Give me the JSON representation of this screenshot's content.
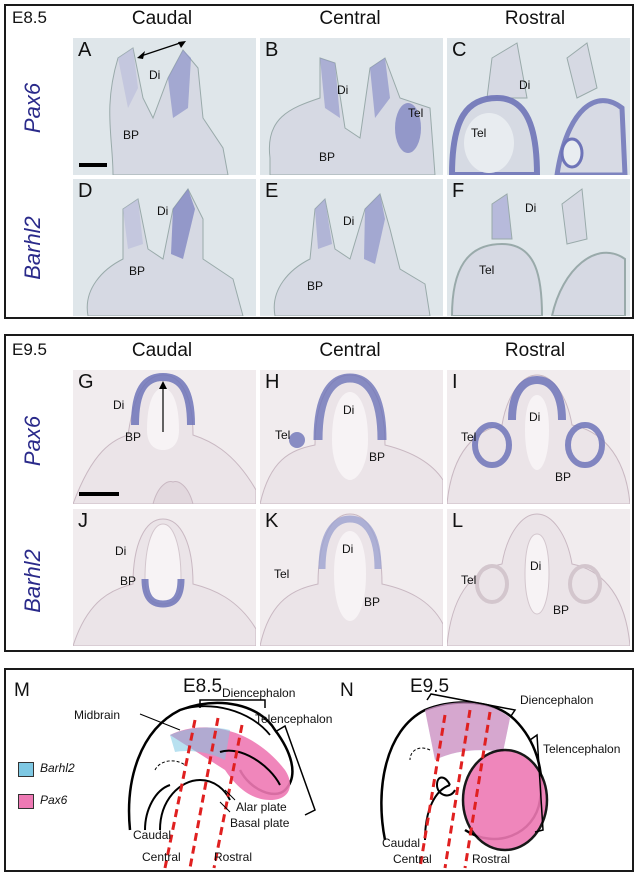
{
  "top_section": {
    "stage": "E8.5",
    "columns": [
      "Caudal",
      "Central",
      "Rostral"
    ],
    "rows": [
      "Pax6",
      "Barhl2"
    ],
    "panels": [
      {
        "letter": "A",
        "labels": [
          "Di",
          "BP"
        ]
      },
      {
        "letter": "B",
        "labels": [
          "Di",
          "Tel",
          "BP"
        ]
      },
      {
        "letter": "C",
        "labels": [
          "Di",
          "Tel"
        ]
      },
      {
        "letter": "D",
        "labels": [
          "Di",
          "BP"
        ]
      },
      {
        "letter": "E",
        "labels": [
          "Di",
          "BP"
        ]
      },
      {
        "letter": "F",
        "labels": [
          "Di",
          "Tel"
        ]
      }
    ]
  },
  "middle_section": {
    "stage": "E9.5",
    "columns": [
      "Caudal",
      "Central",
      "Rostral"
    ],
    "rows": [
      "Pax6",
      "Barhl2"
    ],
    "panels": [
      {
        "letter": "G",
        "labels": [
          "Di",
          "BP"
        ]
      },
      {
        "letter": "H",
        "labels": [
          "Di",
          "Tel",
          "BP"
        ]
      },
      {
        "letter": "I",
        "labels": [
          "Di",
          "Tel",
          "BP"
        ]
      },
      {
        "letter": "J",
        "labels": [
          "Di",
          "BP"
        ]
      },
      {
        "letter": "K",
        "labels": [
          "Di",
          "Tel",
          "BP"
        ]
      },
      {
        "letter": "L",
        "labels": [
          "Di",
          "Tel",
          "BP"
        ]
      }
    ]
  },
  "schemes": {
    "M": {
      "letter": "M",
      "stage": "E8.5",
      "labels": {
        "midbrain": "Midbrain",
        "diencephalon": "Diencephalon",
        "telencephalon": "Telencephalon",
        "alar": "Alar plate",
        "basal": "Basal plate",
        "caudal": "Caudal",
        "central": "Central",
        "rostral": "Rostral"
      }
    },
    "N": {
      "letter": "N",
      "stage": "E9.5",
      "labels": {
        "diencephalon": "Diencephalon",
        "telencephalon": "Telencephalon",
        "caudal": "Caudal",
        "central": "Central",
        "rostral": "Rostral"
      }
    },
    "legend": [
      {
        "name": "Barhl2",
        "color": "#7ec8e3"
      },
      {
        "name": "Pax6",
        "color": "#ee79b4"
      }
    ]
  },
  "colors": {
    "panel_bg_top": "#dfe6ea",
    "panel_bg_mid": "#f1ecee",
    "stain": "#6e74b8",
    "gene_label": "#2a2a8a",
    "cut_line": "#e02020"
  }
}
